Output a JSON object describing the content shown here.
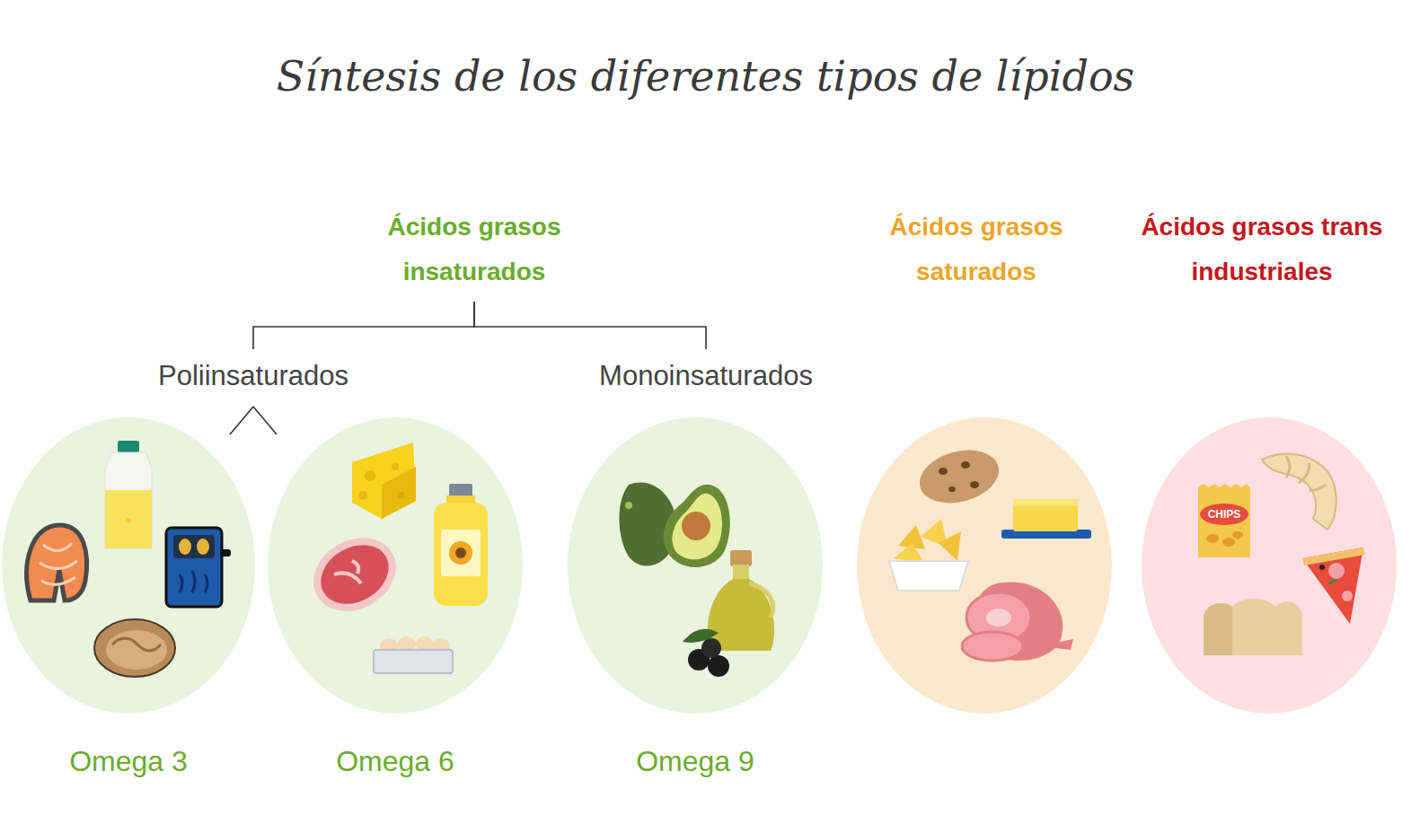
{
  "diagram": {
    "title": "Síntesis de los diferentes tipos de lípidos",
    "nodes": [
      {
        "text": [
          "Ácidos grasos insaturados"
        ]
      },
      {
        "text": [
          "Poliinsaturados"
        ]
      },
      {
        "text": [
          "Monoinsaturados"
        ]
      },
      {
        "text": [
          "Omega 3"
        ]
      },
      {
        "text": [
          "Omega 6"
        ]
      },
      {
        "text": [
          "Omega 9"
        ]
      },
      {
        "text": [
          "Ácidos grasos saturados"
        ]
      },
      {
        "text": [
          "Ácidos grasos trans industriales"
        ]
      }
    ],
    "edges": [
      {
        "from": 0,
        "to": 1,
        "arrow": "none"
      },
      {
        "from": 0,
        "to": 2,
        "arrow": "none"
      },
      {
        "from": 1,
        "to": 3,
        "arrow": "none"
      },
      {
        "from": 1,
        "to": 4,
        "arrow": "none"
      }
    ],
    "labels": [
      "CHIPS"
    ]
  }
}
